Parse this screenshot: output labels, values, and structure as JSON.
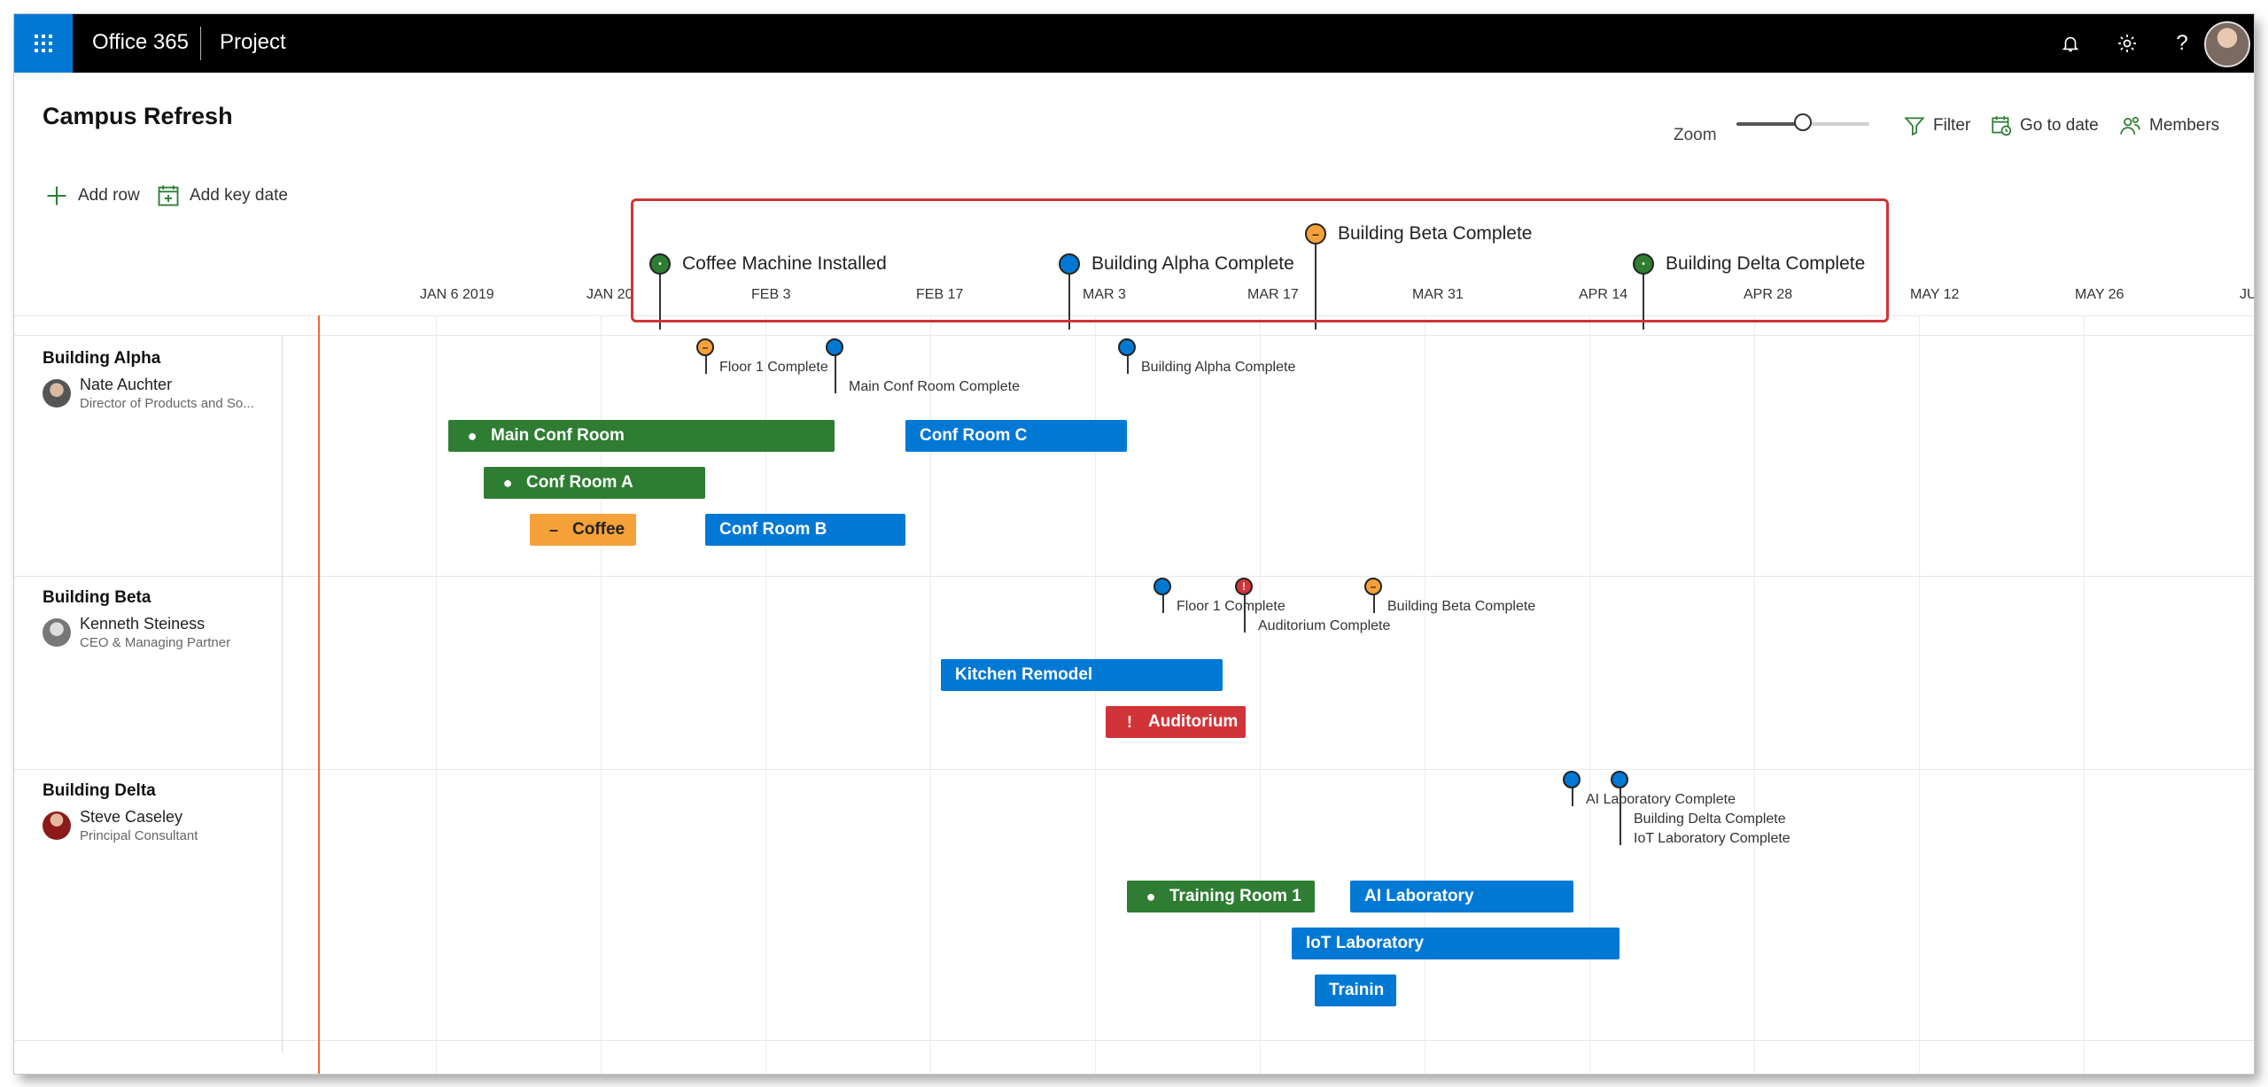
{
  "app": {
    "suite": "Office 365",
    "product": "Project"
  },
  "plan": {
    "title": "Campus Refresh"
  },
  "toolbar": {
    "zoom_label": "Zoom",
    "zoom_level": 0.5,
    "filter": "Filter",
    "go_to_date": "Go to date",
    "members": "Members",
    "add_row": "Add row",
    "add_key_date": "Add key date"
  },
  "timeline_dates": [
    "JAN 6 2019",
    "JAN 20",
    "FEB 3",
    "FEB 17",
    "MAR 3",
    "MAR 17",
    "MAR 31",
    "APR 14",
    "APR 28",
    "MAY 12",
    "MAY 26",
    "JU"
  ],
  "key_dates": [
    {
      "label": "Coffee Machine Installed",
      "status": "done",
      "color": "#2e7d32"
    },
    {
      "label": "Building Alpha Complete",
      "status": "planned",
      "color": "#0078d4"
    },
    {
      "label": "Building Beta Complete",
      "status": "warning",
      "color": "#f5a13a"
    },
    {
      "label": "Building Delta Complete",
      "status": "done",
      "color": "#2e7d32"
    }
  ],
  "rows": [
    {
      "name": "Building Alpha",
      "person": "Nate Auchter",
      "role": "Director of Products and So...",
      "milestones": [
        "Floor 1 Complete",
        "Main Conf Room Complete",
        "Building Alpha Complete"
      ],
      "tasks": [
        {
          "label": "Main Conf Room",
          "color": "green",
          "icon": "●"
        },
        {
          "label": "Conf Room C",
          "color": "blue",
          "icon": ""
        },
        {
          "label": "Conf Room A",
          "color": "green",
          "icon": "●"
        },
        {
          "label": "Coffee",
          "color": "orange",
          "icon": "–"
        },
        {
          "label": "Conf Room B",
          "color": "blue",
          "icon": ""
        }
      ]
    },
    {
      "name": "Building Beta",
      "person": "Kenneth Steiness",
      "role": "CEO & Managing Partner",
      "milestones": [
        "Floor 1 Complete",
        "Auditorium Complete",
        "Building Beta Complete"
      ],
      "tasks": [
        {
          "label": "Kitchen Remodel",
          "color": "blue",
          "icon": ""
        },
        {
          "label": "Auditorium",
          "color": "red",
          "icon": "!"
        }
      ]
    },
    {
      "name": "Building Delta",
      "person": "Steve Caseley",
      "role": "Principal Consultant",
      "milestones": [
        "AI Laboratory Complete",
        "Building Delta Complete",
        "IoT Laboratory Complete"
      ],
      "tasks": [
        {
          "label": "Training Room 1",
          "color": "green",
          "icon": "●"
        },
        {
          "label": "AI Laboratory",
          "color": "blue",
          "icon": ""
        },
        {
          "label": "IoT Laboratory",
          "color": "blue",
          "icon": ""
        },
        {
          "label": "Trainin",
          "color": "blue",
          "icon": ""
        }
      ]
    }
  ],
  "colors": {
    "accent": "#0078d4",
    "done": "#2e7d32",
    "warning": "#f5a13a",
    "late": "#d13438",
    "today_line": "#f06a3a"
  }
}
